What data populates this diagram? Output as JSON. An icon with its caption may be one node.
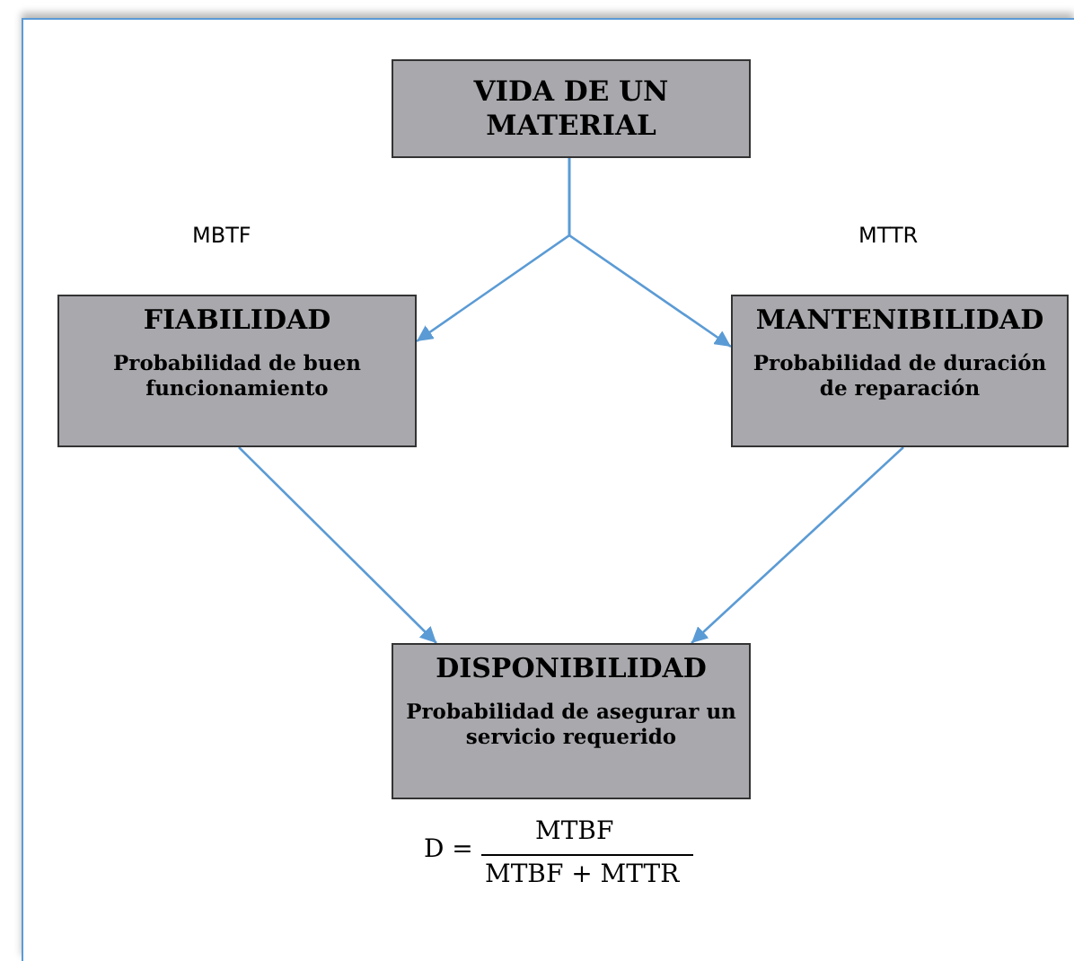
{
  "diagram": {
    "nodes": [
      {
        "text": [
          "VIDA DE UN MATERIAL"
        ]
      },
      {
        "text": [
          "FIABILIDAD",
          "Probabilidad de buen funcionamiento"
        ]
      },
      {
        "text": [
          "MANTENIBILIDAD",
          "Probabilidad de duración de reparación"
        ]
      },
      {
        "text": [
          "DISPONIBILIDAD",
          "Probabilidad de asegurar un servicio requerido"
        ]
      }
    ],
    "edges": [
      {
        "from": 0,
        "to": 1,
        "arrow": "to"
      },
      {
        "from": 0,
        "to": 2,
        "arrow": "to"
      },
      {
        "from": 1,
        "to": 3,
        "arrow": "to"
      },
      {
        "from": 2,
        "to": 3,
        "arrow": "to"
      }
    ],
    "labels": [
      "MBTF",
      "MTTR",
      "D =",
      "MTBF",
      "MTBF + MTTR"
    ]
  }
}
